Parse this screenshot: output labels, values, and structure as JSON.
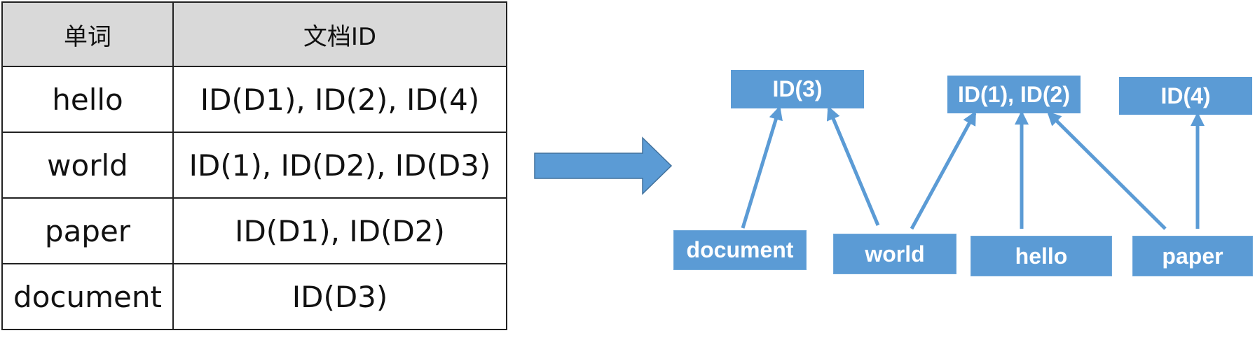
{
  "table": {
    "headers": [
      "单词",
      "文档ID"
    ],
    "rows": [
      [
        "hello",
        "ID(D1), ID(2), ID(4)"
      ],
      [
        "world",
        "ID(1), ID(D2), ID(D3)"
      ],
      [
        "paper",
        "ID(D1), ID(D2)"
      ],
      [
        "document",
        "ID(D3)"
      ]
    ]
  },
  "diagram": {
    "id_boxes": [
      "ID(3)",
      "ID(1), ID(2)",
      "ID(4)"
    ],
    "word_boxes": [
      "document",
      "world",
      "hello",
      "paper"
    ],
    "accent_color": "#5b9bd5"
  }
}
